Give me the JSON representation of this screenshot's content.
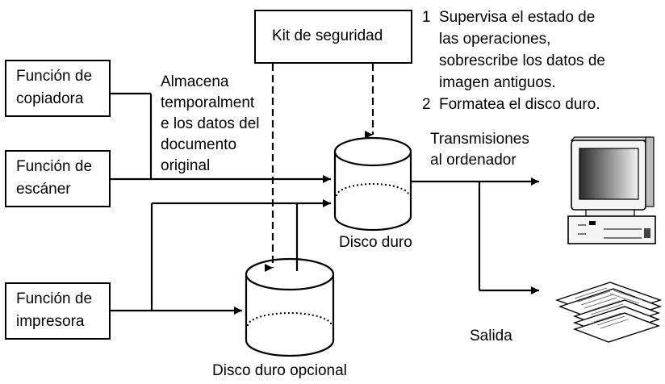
{
  "kit_box": {
    "label": "Kit de seguridad"
  },
  "copier_box": {
    "line1": "Función de",
    "line2": "copiadora"
  },
  "scanner_box": {
    "line1": "Función de",
    "line2": "escáner"
  },
  "printer_box": {
    "line1": "Función de",
    "line2": "impresora"
  },
  "store_label": {
    "line1": "Almacena",
    "line2": "temporalment",
    "line3": "e los datos del",
    "line4": "documento",
    "line5": "original"
  },
  "notes": {
    "item1_num": "1",
    "item1_line1": "Supervisa el estado de",
    "item1_line2": "las operaciones,",
    "item1_line3": "sobrescribe los datos de",
    "item1_line4": "imagen antiguos.",
    "item2_num": "2",
    "item2_line1": "Formatea el disco duro."
  },
  "transmit_label": {
    "line1": "Transmisiones",
    "line2": "al ordenador"
  },
  "hdd_label": "Disco duro",
  "optional_hdd_label": "Disco duro opcional",
  "output_label": "Salida"
}
